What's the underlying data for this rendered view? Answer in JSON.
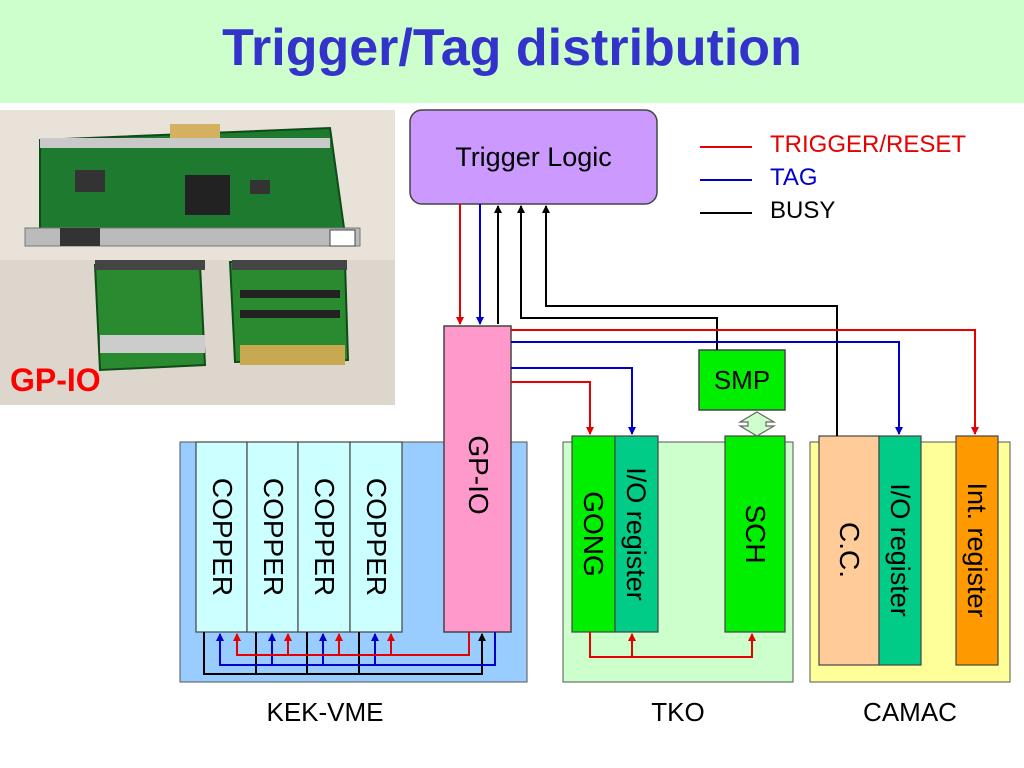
{
  "title": "Trigger/Tag distribution",
  "photo": {
    "label": "GP-IO"
  },
  "legend": [
    {
      "label": "TRIGGER/RESET",
      "color": "#e60000"
    },
    {
      "label": "TAG",
      "color": "#0000cc"
    },
    {
      "label": "BUSY",
      "color": "#000000"
    }
  ],
  "nodes": {
    "trigger_logic": "Trigger Logic",
    "gpio": "GP-IO",
    "smp": "SMP",
    "copper": [
      "COPPER",
      "COPPER",
      "COPPER",
      "COPPER"
    ],
    "gong": "GONG",
    "tko_io_register": "I/O register",
    "sch": "SCH",
    "cc": "C.C.",
    "camac_io_register": "I/O register",
    "int_register": "Int. register"
  },
  "systems": {
    "vme": "KEK-VME",
    "tko": "TKO",
    "camac": "CAMAC"
  },
  "colors": {
    "title": "#3333cc",
    "title_bar": "#ccffcc",
    "trigger_logic": "#cc99ff",
    "gpio": "#ff99cc",
    "copper": "#ccffff",
    "vme_crate": "#99ccff",
    "tko_crate": "#ccffcc",
    "camac_crate": "#ffff99",
    "green_module": "#00ee00",
    "teal_module": "#00cc88",
    "cc_module": "#ffcc99",
    "int_module": "#ff9900"
  }
}
